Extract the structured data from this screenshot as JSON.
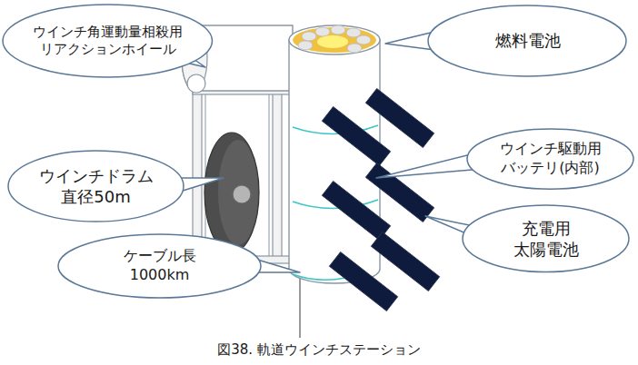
{
  "diagram": {
    "caption": "図38. 軌道ウインチステーション",
    "nodes": [
      {
        "text": [
          "ウインチ角運動量相殺用 リアクションホイール"
        ]
      },
      {
        "text": [
          "燃料電池"
        ]
      },
      {
        "text": [
          "ウインチ駆動用 バッテリ(内部)"
        ]
      },
      {
        "text": [
          "ウインチドラム 直径50m"
        ]
      },
      {
        "text": [
          "充電用 太陽電池"
        ]
      },
      {
        "text": [
          "ケーブル長 1000km"
        ]
      }
    ]
  }
}
